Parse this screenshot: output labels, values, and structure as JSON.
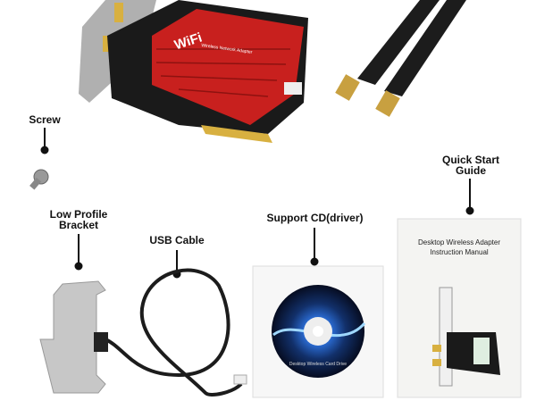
{
  "labels": {
    "screw": "Screw",
    "bracket_line1": "Low Profile",
    "bracket_line2": "Bracket",
    "usb_cable": "USB Cable",
    "support_cd": "Support CD(driver)",
    "guide_line1": "Quick Start",
    "guide_line2": "Guide"
  },
  "card": {
    "brand": "WiFi",
    "subtitle": "Wireless Network Adapter"
  },
  "cd": {
    "label": "Desktop Wireless Card Drive"
  },
  "manual": {
    "title_line1": "Desktop Wireless Adapter",
    "title_line2": "Instruction Manual"
  },
  "colors": {
    "heatsink": "#c8201e",
    "pcb": "#1a1a1a",
    "gold": "#d8b040",
    "disc": "#0a1a40"
  }
}
